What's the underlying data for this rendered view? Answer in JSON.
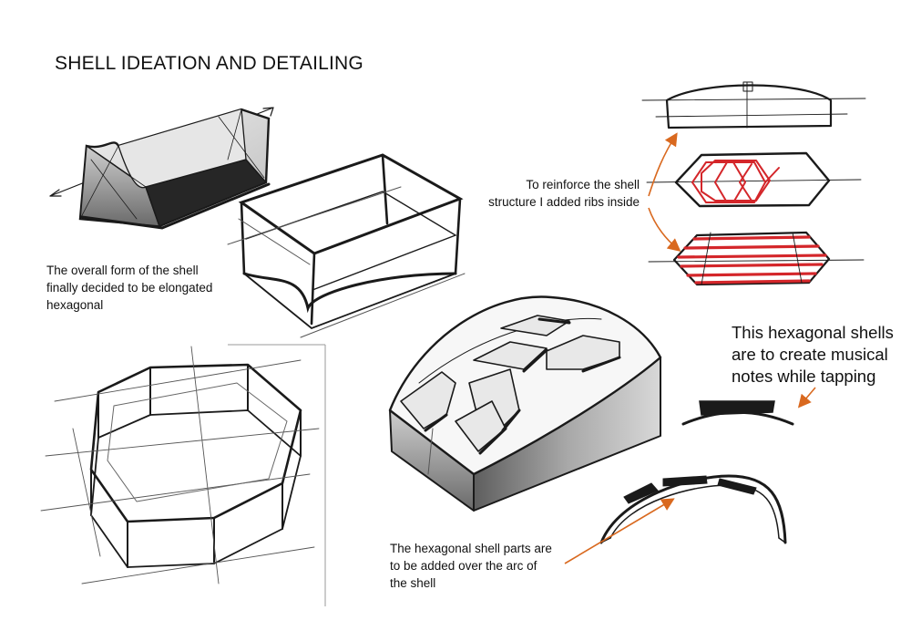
{
  "page": {
    "title": "SHELL IDEATION AND DETAILING"
  },
  "notes": {
    "form": [
      "The overall form of the shell",
      "finally decided to be elongated",
      "hexagonal"
    ],
    "ribs": [
      "To reinforce the shell",
      "structure I added ribs inside"
    ],
    "musical": [
      "This hexagonal shells",
      "are to create musical",
      "notes while tapping"
    ],
    "arc": [
      "The hexagonal shell parts are",
      "to be added over the arc of",
      "the shell"
    ]
  },
  "colors": {
    "ink": "#1a1a1a",
    "rib_red": "#d4262a",
    "arrow_orange": "#d9691f",
    "shade": "#8a8a8a"
  }
}
